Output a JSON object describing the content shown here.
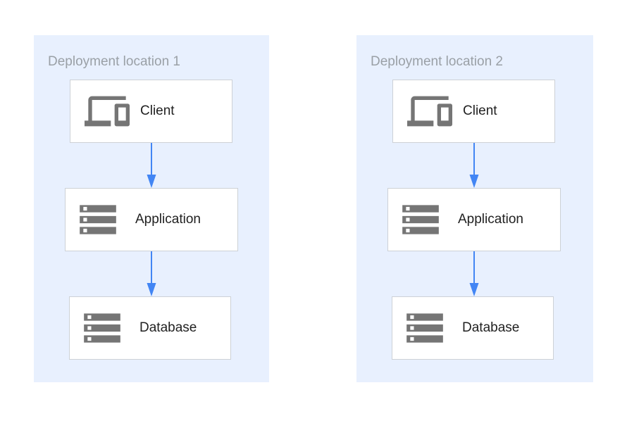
{
  "colors": {
    "panel_bg": "#E8F0FE",
    "arrow": "#4285F4",
    "icon_gray": "#757575",
    "title_gray": "#9AA0A6",
    "label": "#212121",
    "box_border": "#CDD1D6"
  },
  "panels": [
    {
      "title": "Deployment location 1",
      "nodes": [
        {
          "label": "Client",
          "icon": "devices-icon"
        },
        {
          "label": "Application",
          "icon": "storage-icon"
        },
        {
          "label": "Database",
          "icon": "storage-icon"
        }
      ]
    },
    {
      "title": "Deployment location 2",
      "nodes": [
        {
          "label": "Client",
          "icon": "devices-icon"
        },
        {
          "label": "Application",
          "icon": "storage-icon"
        },
        {
          "label": "Database",
          "icon": "storage-icon"
        }
      ]
    }
  ]
}
